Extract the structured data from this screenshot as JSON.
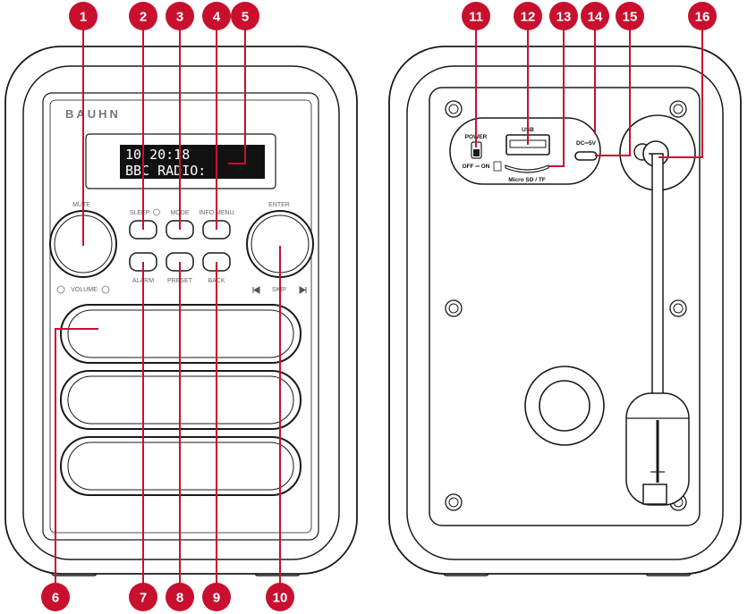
{
  "front": {
    "brand": "BAUHN",
    "display_line1": "10 20:18",
    "display_line2": "BBC RADIO:",
    "labels": {
      "mute": "MUTE",
      "volume": "VOLUME",
      "sleep": "SLEEP",
      "mode": "MODE",
      "info_menu": "INFO MENU",
      "enter": "ENTER",
      "alarm": "ALARM",
      "preset": "PRESET",
      "back": "BACK",
      "skip": "SKIP"
    }
  },
  "back": {
    "power": "POWER",
    "off_on": "OFF ═ ON",
    "usb": "USB",
    "dc": "DC═5V",
    "micro_sd": "Micro SD / TF"
  },
  "callouts": {
    "n1": "1",
    "n2": "2",
    "n3": "3",
    "n4": "4",
    "n5": "5",
    "n6": "6",
    "n7": "7",
    "n8": "8",
    "n9": "9",
    "n10": "10",
    "n11": "11",
    "n12": "12",
    "n13": "13",
    "n14": "14",
    "n15": "15",
    "n16": "16"
  },
  "colors": {
    "callout": "#c8102e",
    "outline": "#1a1a1a",
    "lcd_bg": "#111111"
  }
}
